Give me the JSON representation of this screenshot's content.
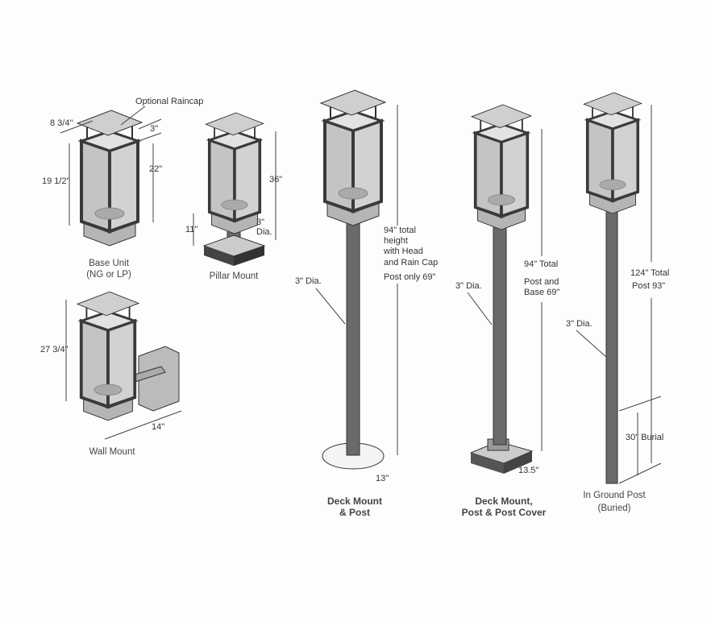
{
  "labels": {
    "optional_raincap": "Optional Raincap",
    "base_unit": {
      "width": "8 3/4\"",
      "cap_gap": "3\"",
      "height_glass": "19 1/2\"",
      "height_total": "22\"",
      "caption_1": "Base Unit",
      "caption_2": "(NG or LP)"
    },
    "pillar_mount": {
      "height": "36\"",
      "pillar": "11\"",
      "dia_1": "3\"",
      "dia_2": "Dia.",
      "caption": "Pillar Mount"
    },
    "wall_mount": {
      "height": "27 3/4\"",
      "depth": "14\"",
      "caption": "Wall Mount"
    },
    "deck_mount_post": {
      "dia": "3\" Dia.",
      "note": [
        "94\" total",
        "height",
        "with Head",
        "and Rain Cap",
        "Post only  69\""
      ],
      "base": "13\"",
      "caption_1": "Deck Mount",
      "caption_2": "& Post"
    },
    "deck_mount_cover": {
      "dia": "3\" Dia.",
      "total": "94\" Total",
      "post_1": "Post and",
      "post_2": "Base 69\"",
      "base": "13.5\"",
      "caption_1": "Deck Mount,",
      "caption_2": "Post & Post Cover"
    },
    "in_ground": {
      "dia": "3\" Dia.",
      "total": "124\" Total",
      "post": "Post 93\"",
      "burial": "30\" Burial",
      "caption_1": "In Ground Post",
      "caption_2": "(Buried)"
    }
  }
}
